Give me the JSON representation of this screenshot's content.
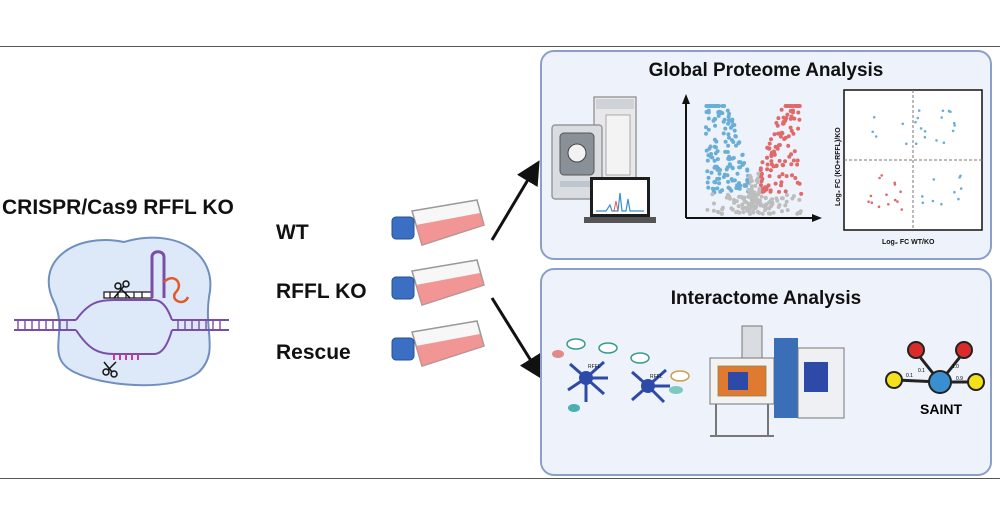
{
  "left": {
    "title": "CRISPR/Cas9 RFFL KO"
  },
  "conditions": [
    "WT",
    "RFFL KO",
    "Rescue"
  ],
  "proteome": {
    "title": "Global Proteome Analysis",
    "scatter_ylabel": "Log₂ FC (KO+RFFL)/KO",
    "scatter_xlabel": "Log₂ FC WT/KO"
  },
  "interactome": {
    "title": "Interactome Analysis",
    "tag": "RFFL",
    "saint_label": "SAINT",
    "edge_labels": [
      "0.1",
      "1.0",
      "0.1",
      "0.9"
    ]
  },
  "colors": {
    "panel_border": "#8aa0c8",
    "panel_fill": "#eef3fb",
    "down": "#6aaed6",
    "up": "#e06a6a",
    "ns": "#bdbdbd",
    "flask_media": "#f08a8a",
    "cap": "#3a6fc4"
  }
}
